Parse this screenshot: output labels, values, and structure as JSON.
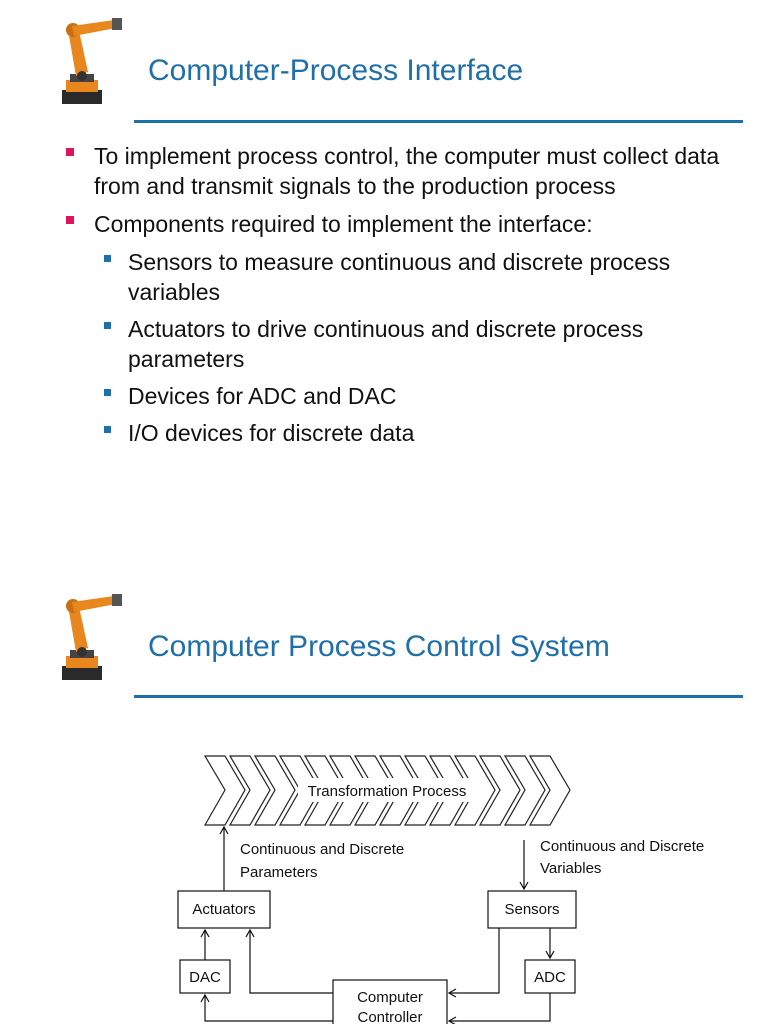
{
  "slide1": {
    "title": "Computer-Process Interface",
    "bullets": [
      {
        "text": "To implement process control, the computer must collect data from and transmit signals to the production process",
        "level": 1
      },
      {
        "text": "Components required to implement the interface:",
        "level": 1
      },
      {
        "text": "Sensors to measure continuous and discrete process variables",
        "level": 2
      },
      {
        "text": "Actuators to drive continuous and discrete process parameters",
        "level": 2
      },
      {
        "text": "Devices for ADC and DAC",
        "level": 2
      },
      {
        "text": "I/O devices for discrete data",
        "level": 2
      }
    ]
  },
  "slide2": {
    "title": "Computer Process Control System",
    "diagram": {
      "process_label": "Transformation Process",
      "parameters_label": [
        "Continuous and Discrete",
        "Parameters"
      ],
      "variables_label": [
        "Continuous and Discrete",
        "Variables"
      ],
      "actuators": "Actuators",
      "sensors": "Sensors",
      "dac": "DAC",
      "adc": "ADC",
      "controller": [
        "Computer",
        "Controller"
      ]
    }
  },
  "colors": {
    "title_blue": "#1f6fa8",
    "bullet_magenta": "#e0115f",
    "bullet_blue": "#1f6fa8",
    "robot_orange": "#e8871e"
  },
  "icons": [
    "industrial-robot-icon"
  ]
}
